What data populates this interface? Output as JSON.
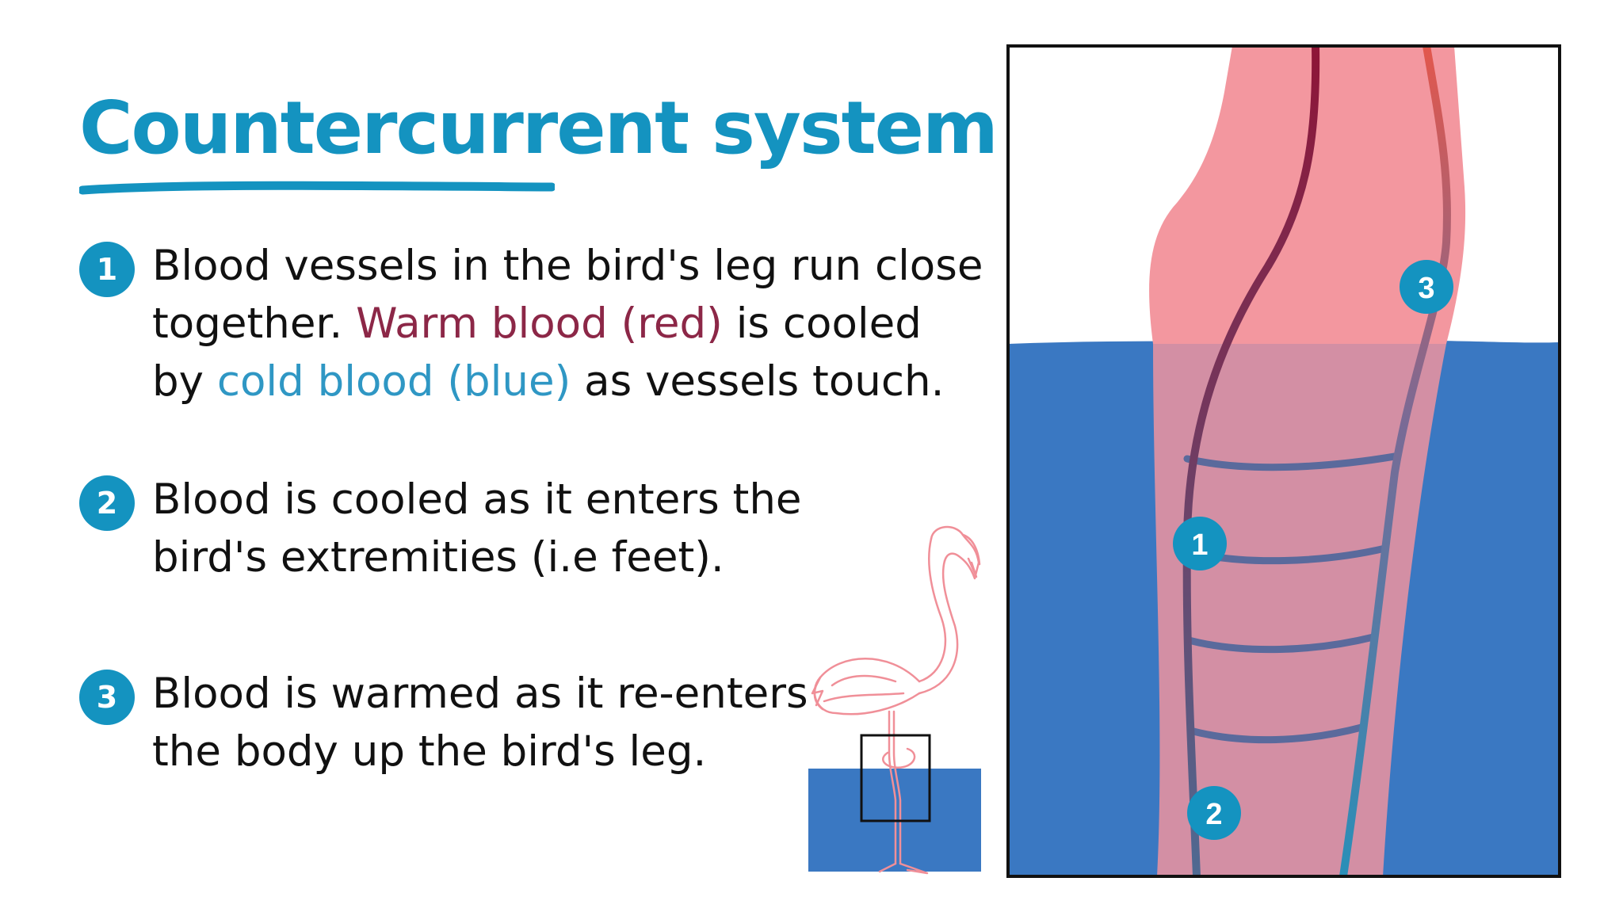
{
  "title": "Countercurrent system",
  "steps": [
    {
      "number": "1",
      "line1": "Blood vessels in the bird's leg run close",
      "line2_pre": "together. ",
      "line2_warm": "Warm blood (red)",
      "line2_post": " is cooled",
      "line3_pre": "by ",
      "line3_cold": "cold blood (blue)",
      "line3_post": " as vessels touch."
    },
    {
      "number": "2",
      "line1": "Blood is cooled as it enters the",
      "line2": "bird's extremities (i.e feet)."
    },
    {
      "number": "3",
      "line1": "Blood is warmed as it re-enters",
      "line2": "the body up the bird's leg."
    }
  ],
  "diagram_labels": {
    "marker_1": "1",
    "marker_2": "2",
    "marker_3": "3"
  },
  "colors": {
    "accent": "#1493c0",
    "warm_text": "#8c2747",
    "cold_text": "#2f97c4",
    "water": "#3a78c2",
    "leg_pink": "#f3979f",
    "warm_vessel": "#8e1537",
    "cold_vessel": "#2a8fb8"
  },
  "icons": [
    "flamingo-illustration",
    "zoom-box-icon"
  ]
}
